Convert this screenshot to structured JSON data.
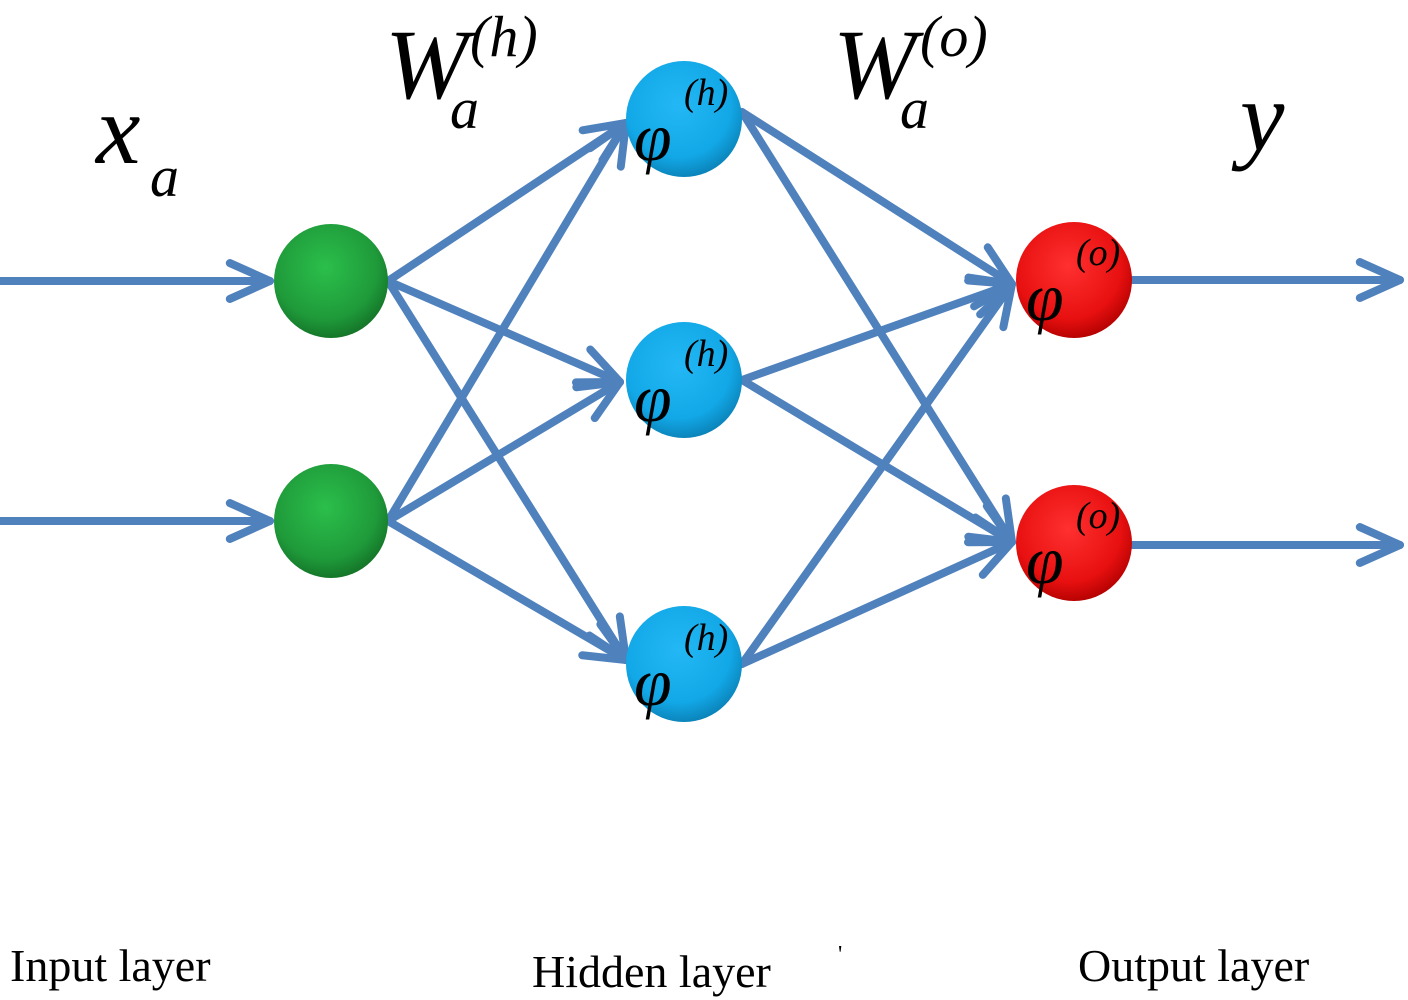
{
  "colors": {
    "arrow": "#4f81bd",
    "input_node": "#1f9a3a",
    "hidden_node": "#12a7e6",
    "output_node": "#e81010"
  },
  "math_labels": {
    "x_base": "x",
    "x_sub": "a",
    "wh_base": "W",
    "wh_sub": "a",
    "wh_sup": "(h)",
    "wo_base": "W",
    "wo_sub": "a",
    "wo_sup": "(o)",
    "y": "y"
  },
  "nodes": {
    "hidden_symbol": "φ",
    "hidden_sup": "(h)",
    "output_symbol": "φ",
    "output_sup": "(o)"
  },
  "layer_labels": {
    "input": "Input layer",
    "hidden": "Hidden layer",
    "hidden_mark": "'",
    "output": "Output layer"
  }
}
